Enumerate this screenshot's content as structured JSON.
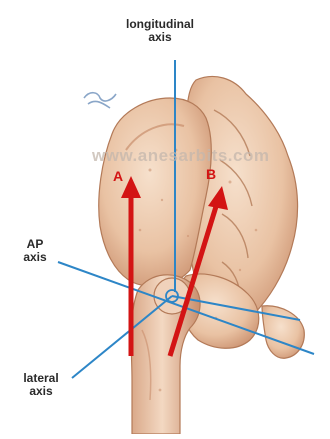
{
  "labels": {
    "longitudinal_line1": "longitudinal",
    "longitudinal_line2": "axis",
    "ap_line1": "AP",
    "ap_line2": "axis",
    "lateral_line1": "lateral",
    "lateral_line2": "axis"
  },
  "markers": {
    "a": "A",
    "b": "B"
  },
  "watermark": "www.anesarbits.com",
  "colors": {
    "axis_blue": "#2d86c7",
    "arrow_red": "#d31414",
    "bone": "#e9c2a3",
    "bone_dark": "#c98e6c",
    "bone_light": "#f6e0cc",
    "text": "#2a2a2a"
  }
}
